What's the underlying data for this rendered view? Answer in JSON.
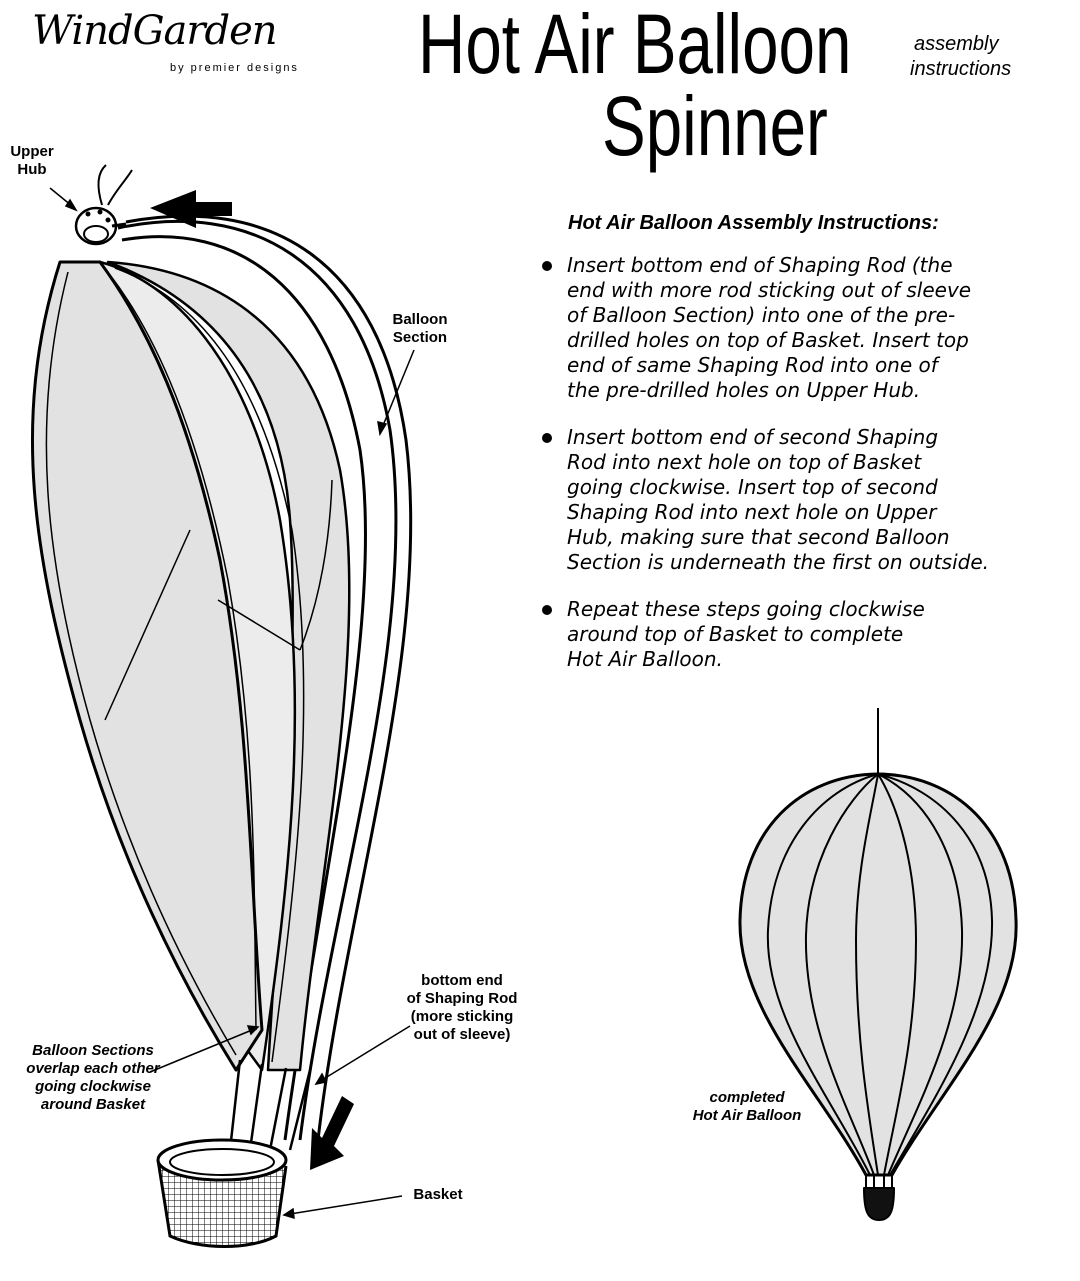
{
  "brand": {
    "name": "WindGarden",
    "tagline": "by premier designs"
  },
  "title": {
    "line1": "Hot Air Balloon",
    "line2": "Spinner"
  },
  "subtitle": {
    "line1": "assembly",
    "line2": "instructions"
  },
  "instructions": {
    "heading": "Hot Air Balloon Assembly Instructions:",
    "steps": [
      "Insert bottom end of Shaping Rod (the\nend with more rod sticking out of sleeve\nof Balloon Section) into one of the pre-\ndrilled holes on top of Basket.  Insert top\nend of same Shaping Rod into one of\nthe pre-drilled holes on Upper Hub.",
      "Insert bottom end of second Shaping\nRod into next hole on top of Basket\ngoing clockwise.  Insert top of second\nShaping Rod into next hole on Upper\nHub, making sure that second Balloon\nSection is underneath the first on outside.",
      "Repeat these steps going clockwise\naround top of Basket to complete\nHot Air Balloon."
    ]
  },
  "callouts": {
    "upper_hub": "Upper\nHub",
    "balloon_section": "Balloon\nSection",
    "bottom_end": "bottom end\nof Shaping Rod\n(more sticking\nout of sleeve)",
    "overlap": "Balloon Sections\noverlap each other\ngoing clockwise\naround Basket",
    "basket": "Basket",
    "completed": "completed\nHot Air Balloon"
  },
  "icons": {
    "arrow_top": "arrow-left-icon",
    "arrow_bottom": "arrow-down-left-icon",
    "hub": "upper-hub-icon",
    "basket": "basket-icon"
  },
  "colors": {
    "ink": "#000000",
    "panel_fill": "#e2e2e2",
    "panel_fill_light": "#ececec",
    "background": "#ffffff"
  }
}
